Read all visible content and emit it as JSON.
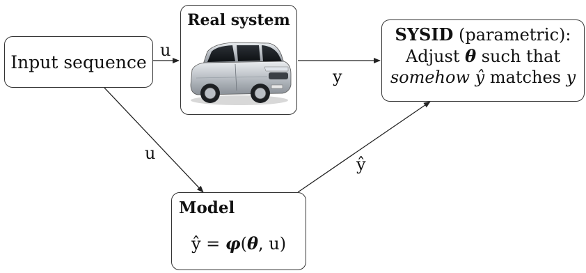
{
  "input_box": {
    "label": "Input sequence"
  },
  "real_system": {
    "title": "Real system",
    "image": "car-icon"
  },
  "sysid": {
    "title": "SYSID",
    "title_suffix": " (parametric):",
    "line2_prefix": "Adjust ",
    "theta": "θ",
    "line2_suffix": " such that",
    "line3_italic": "somehow",
    "yhat": "ŷ",
    "line3_middle": " matches ",
    "y": "y"
  },
  "model": {
    "title": "Model",
    "eq_lhs": "ŷ = ",
    "phi": "φ",
    "eq_open": "(",
    "theta": "θ",
    "eq_rest": ", u)"
  },
  "edge_labels": {
    "input_to_real": "u",
    "real_to_sysid": "y",
    "input_to_model": "u",
    "model_to_sysid": "ŷ"
  }
}
